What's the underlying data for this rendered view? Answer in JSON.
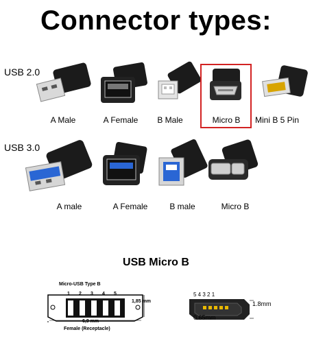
{
  "title": "Connector types:",
  "usb2": {
    "label": "USB 2.0",
    "items": [
      "A Male",
      "A Female",
      "B Male",
      "Micro B",
      "Mini B 5 Pin"
    ]
  },
  "usb3": {
    "label": "USB 3.0",
    "items": [
      "A male",
      "A Female",
      "B male",
      "Micro B"
    ]
  },
  "highlight_color": "#d22222",
  "usb3_accent": "#2a66d4",
  "micro_b_section": {
    "title": "USB Micro B",
    "left_diagram": {
      "heading": "Micro-USB Type B",
      "pins": [
        "1",
        "2",
        "3",
        "4",
        "5"
      ],
      "height": "1,85 mm",
      "width": "6,9 mm",
      "caption": "Female (Receptacle)"
    },
    "right_diagram": {
      "pins": "5 4 3 2 1",
      "height": "1.8mm",
      "pitch": "0.65mm"
    }
  }
}
